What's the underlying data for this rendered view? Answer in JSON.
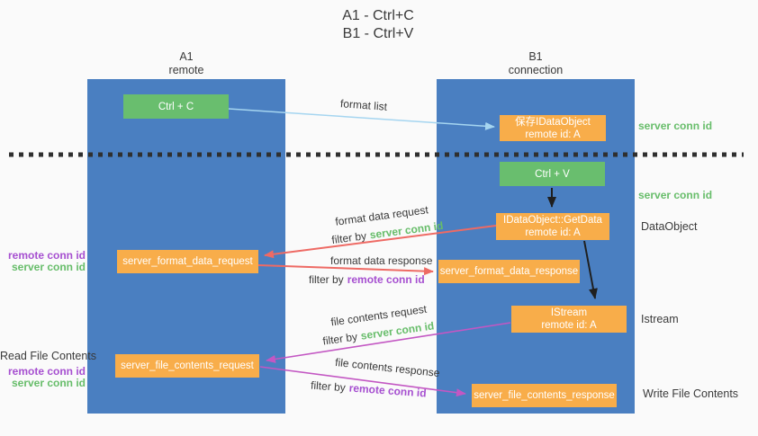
{
  "title": {
    "line1": "A1 - Ctrl+C",
    "line2": "B1 - Ctrl+V"
  },
  "lanes": {
    "left": {
      "title": "A1",
      "subtitle": "remote"
    },
    "right": {
      "title": "B1",
      "subtitle": "connection"
    }
  },
  "nodes": {
    "ctrl_c": {
      "label": "Ctrl + C"
    },
    "save_dataobject": {
      "line1": "保存IDataObject",
      "line2": "remote id: A"
    },
    "ctrl_v": {
      "label": "Ctrl + V"
    },
    "getdata": {
      "line1": "IDataObject::GetData",
      "line2": "remote id: A"
    },
    "format_request": {
      "label": "server_format_data_request"
    },
    "format_response": {
      "label": "server_format_data_response"
    },
    "istream": {
      "line1": "IStream",
      "line2": "remote id: A"
    },
    "file_request": {
      "label": "server_file_contents_request"
    },
    "file_response": {
      "label": "server_file_contents_response"
    }
  },
  "arrow_labels": {
    "format_list": "format list",
    "format_data_request": "format data request",
    "format_data_response": "format data response",
    "file_contents_request": "file contents request",
    "file_contents_response": "file contents response",
    "filter_by": "filter by",
    "server_conn_id": "server conn id",
    "remote_conn_id": "remote conn id"
  },
  "side_labels": {
    "server_conn_id_top": "server conn id",
    "server_conn_id_mid": "server conn id",
    "dataobject": "DataObject",
    "istream": "Istream",
    "write_file_contents": "Write File Contents",
    "read_file_contents": "Read File Contents",
    "remote_conn_id_1": "remote conn id",
    "server_conn_id_1": "server conn id",
    "remote_conn_id_2": "remote conn id",
    "server_conn_id_2": "server conn id"
  },
  "colors": {
    "background": "#fafafa",
    "lane_blue": "#4a7fc1",
    "node_green": "#69be6e",
    "node_orange": "#f8ad4a",
    "arrow_light_blue": "#a5d5f0",
    "arrow_red": "#ee6a64",
    "arrow_magenta": "#c357c3",
    "arrow_black": "#1f1f1f",
    "text_green": "#67bd6a",
    "text_purple": "#a64fd0",
    "dotted_line": "#2f2f2f"
  }
}
